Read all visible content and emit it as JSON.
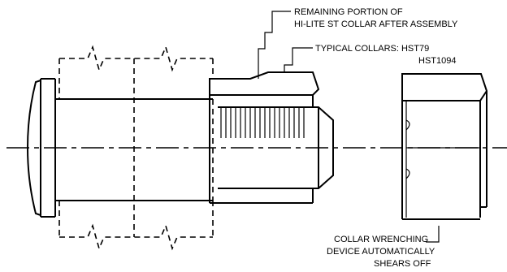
{
  "labels": {
    "remaining_line1": "REMAINING PORTION OF",
    "remaining_line2": "HI-LITE ST COLLAR AFTER ASSEMBLY",
    "typical_line1": "TYPICAL COLLARS: HST79",
    "typical_line2": "HST1094",
    "wrench_line1": "COLLAR WRENCHING",
    "wrench_line2": "DEVICE AUTOMATICALLY",
    "wrench_line3": "SHEARS OFF"
  }
}
